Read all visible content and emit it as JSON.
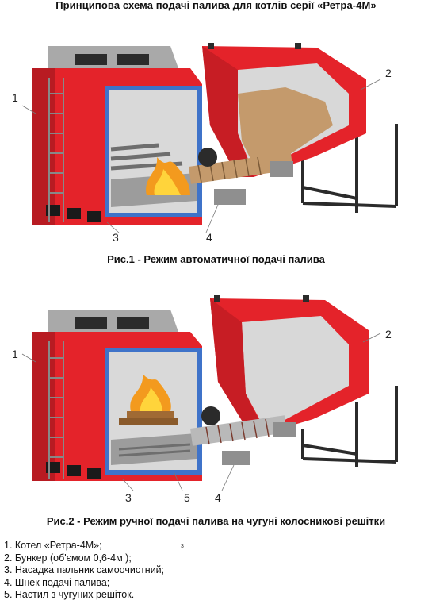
{
  "title": "Принципова схема подачі палива для котлів серії «Ретра-4М»",
  "figure1": {
    "caption": "Рис.1 - Режим автоматичної подачі палива",
    "callouts": [
      "1",
      "2",
      "3",
      "4"
    ]
  },
  "figure2": {
    "caption": "Рис.2 - Режим ручної подачі палива на чугуні колосникові решітки",
    "callouts": [
      "1",
      "2",
      "3",
      "5",
      "4"
    ]
  },
  "stray_mark": "3",
  "legend": [
    "1. Котел «Ретра-4М»;",
    "2. Бункер (об'ємом 0,6-4м );",
    "3. Насадка пальник самоочистний;",
    "4. Шнек подачі палива;",
    "5. Настил з чугуних решіток."
  ],
  "colors": {
    "boiler_red": "#e4232a",
    "frame_dark": "#2b2b2b",
    "steel_grey": "#9c9c9c",
    "pellet_tan": "#c49a6c",
    "insulation_blue": "#3f73c9",
    "flame_orange": "#f39a1e"
  }
}
